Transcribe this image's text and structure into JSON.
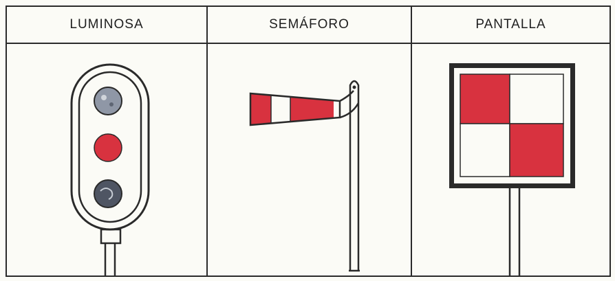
{
  "headers": {
    "luminosa": "LUMINOSA",
    "semaforo": "SEMÁFORO",
    "pantalla": "PANTALLA"
  },
  "colors": {
    "red": "#d8323f",
    "dark": "#2a2a2a",
    "background": "#fbfbf6",
    "lamp_grey": "#8f97a6",
    "lamp_dark": "#4f5563"
  },
  "icons": {
    "luminosa": "signal-light-icon",
    "semaforo": "semaphore-arm-icon",
    "pantalla": "checkered-board-icon"
  }
}
